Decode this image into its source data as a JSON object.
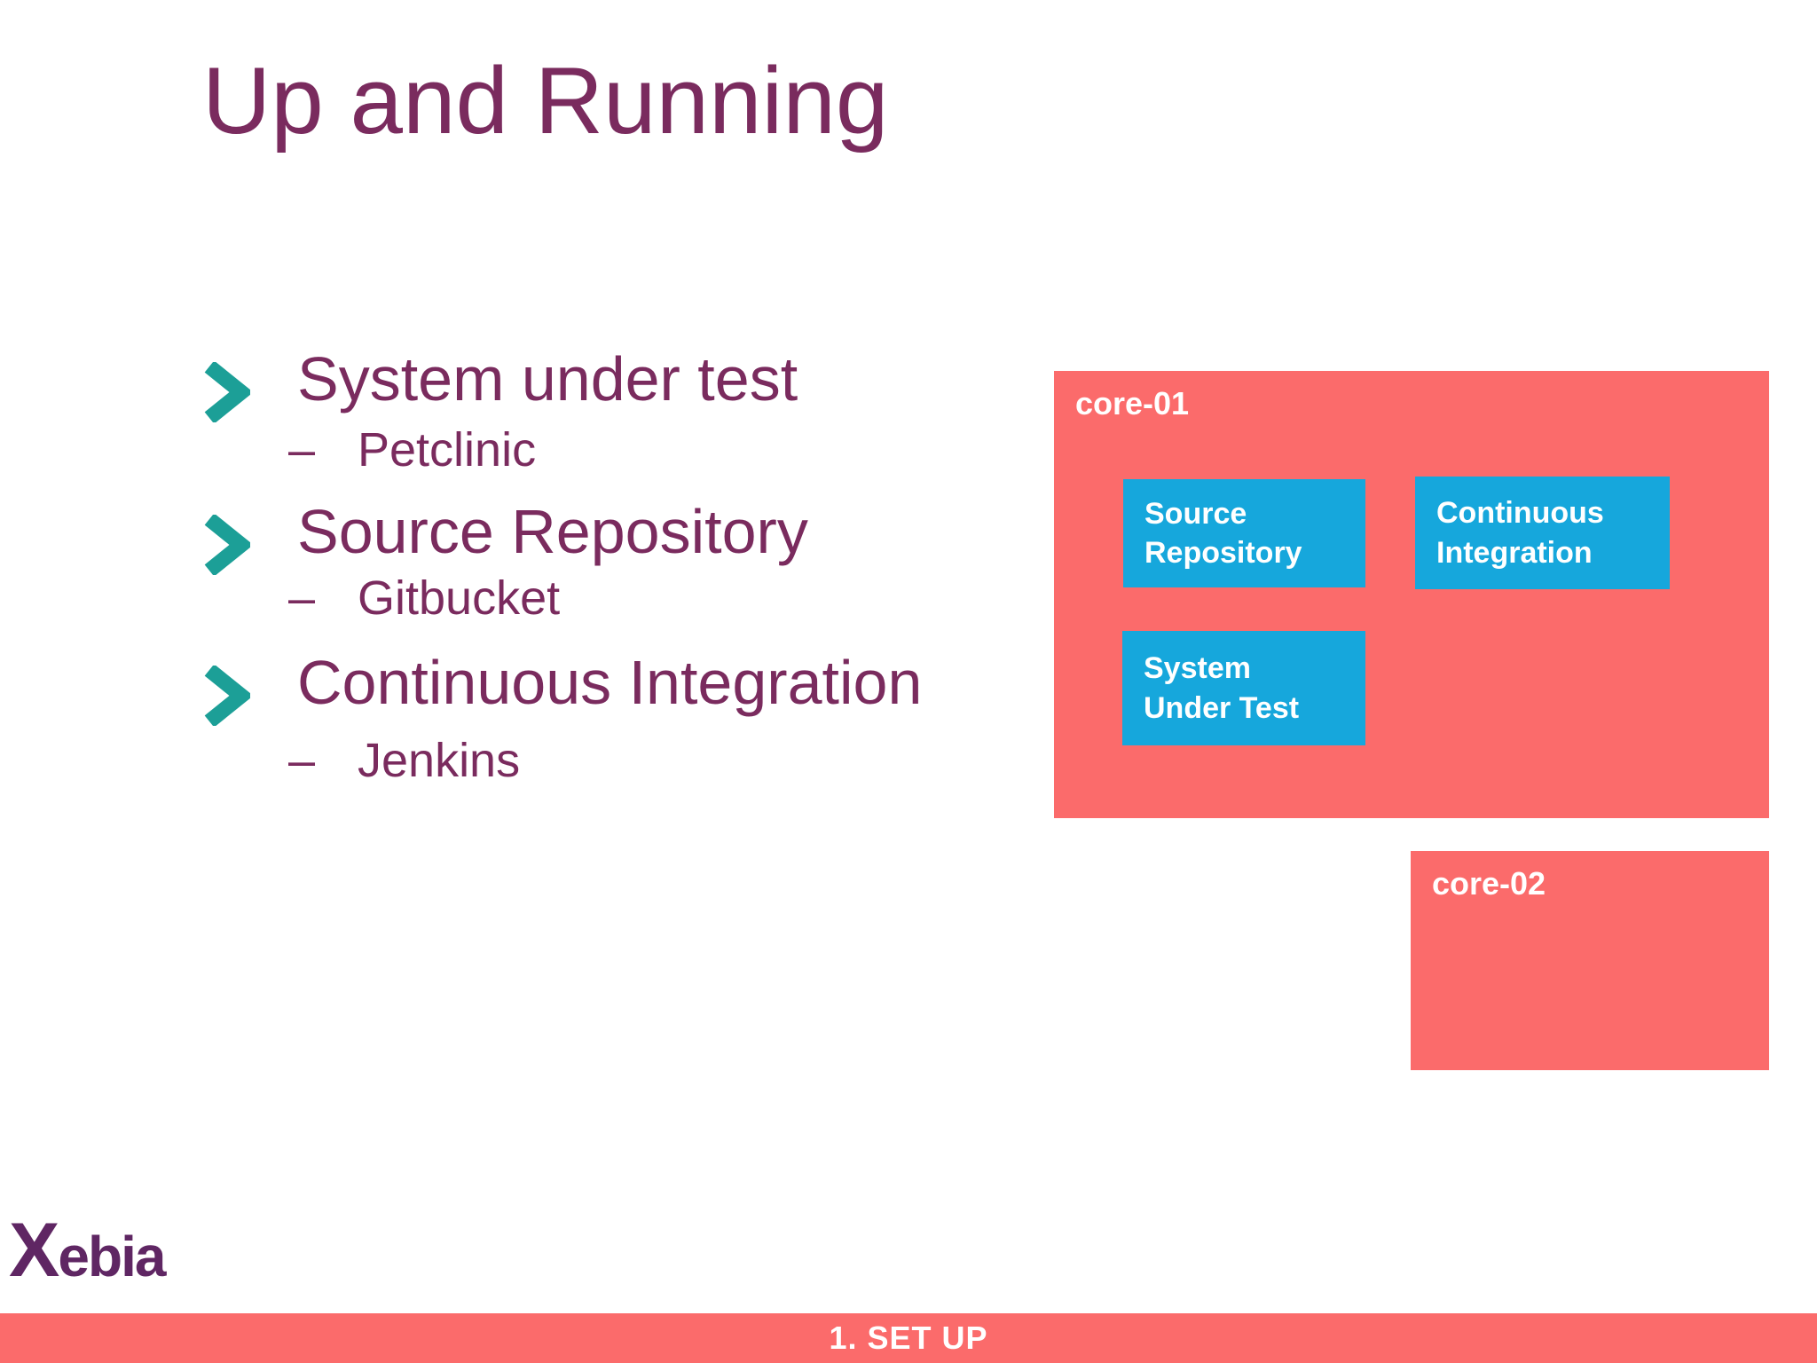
{
  "colors": {
    "coral": "#fb6b6b",
    "blue": "#16a7dc",
    "purple": "#7a2b5e",
    "teal": "#1c9f97",
    "logo_plum": "#5f2663",
    "white": "#ffffff"
  },
  "slide": {
    "title": "Up and Running",
    "sub_prefix": "–",
    "bullets": [
      {
        "label": "System under test",
        "sub": "Petclinic"
      },
      {
        "label": "Source Repository",
        "sub": "Gitbucket"
      },
      {
        "label": "Continuous Integration",
        "sub": "Jenkins"
      }
    ]
  },
  "diagram": {
    "core01": {
      "label": "core-01",
      "nodes": [
        {
          "lines": [
            "Source",
            "Repository"
          ]
        },
        {
          "lines": [
            "Continuous",
            "Integration"
          ]
        },
        {
          "lines": [
            "System",
            "Under Test"
          ]
        }
      ]
    },
    "core02": {
      "label": "core-02"
    }
  },
  "logo": {
    "x": "X",
    "rest": "ebia"
  },
  "footer": {
    "label": "1. SET UP"
  }
}
